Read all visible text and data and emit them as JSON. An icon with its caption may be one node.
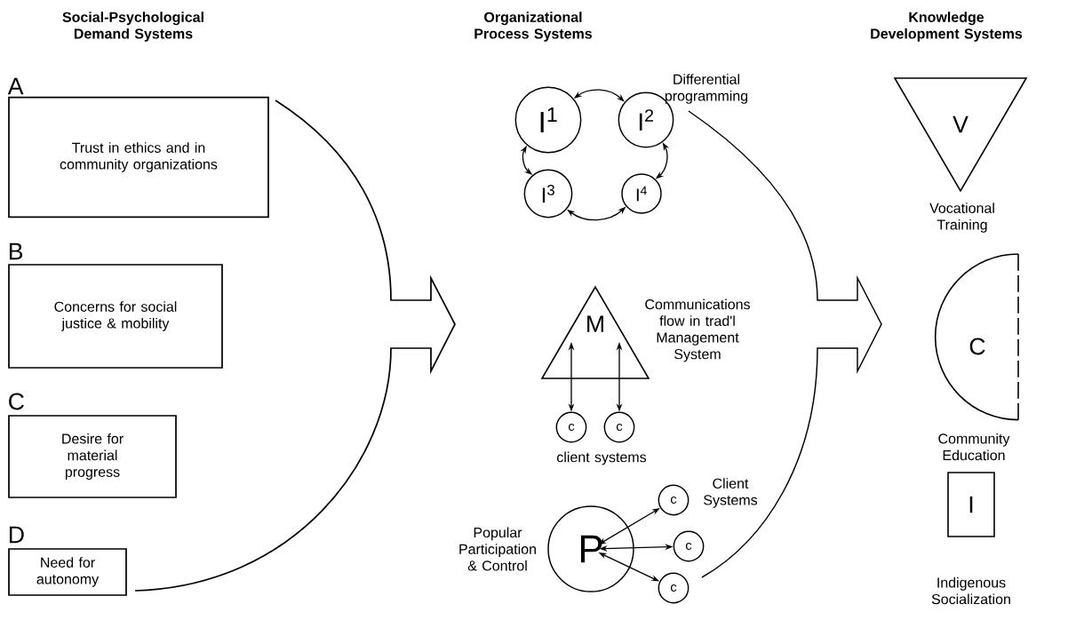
{
  "diagram": {
    "nodes": [
      {
        "text": [
          "Trust in ethics and in community organizations"
        ],
        "beside": [
          "A"
        ]
      },
      {
        "text": [
          "Concerns for social justice & mobility"
        ],
        "beside": [
          "B"
        ]
      },
      {
        "text": [
          "Desire for material progress"
        ],
        "beside": [
          "C"
        ]
      },
      {
        "text": [
          "Need for autonomy"
        ],
        "beside": [
          "D"
        ]
      },
      {
        "text": [
          "I$^{1}$"
        ]
      },
      {
        "text": [
          "I$^{2}$"
        ]
      },
      {
        "text": [
          "I$^{3}$"
        ]
      },
      {
        "text": [
          "I$^{4}$"
        ]
      },
      {
        "text": [
          "M"
        ],
        "beside": [
          "Communications flow in trad'l Management System"
        ]
      },
      {
        "text": [
          "c"
        ]
      },
      {
        "text": [
          "c"
        ]
      },
      {
        "text": [
          "P"
        ],
        "beside": [
          "Popular Participation & Control"
        ]
      },
      {
        "text": [
          "c"
        ]
      },
      {
        "text": [
          "c"
        ]
      },
      {
        "text": [
          "c"
        ]
      },
      {
        "text": [
          "V"
        ],
        "beside": [
          "Vocational Training"
        ]
      },
      {
        "text": [
          "C"
        ],
        "beside": [
          "Community Education"
        ]
      },
      {
        "text": [
          "I"
        ],
        "beside": [
          "Indigenous Socialization"
        ]
      }
    ],
    "edges": [
      {
        "from": 4,
        "to": 5,
        "arrow": "both"
      },
      {
        "from": 5,
        "to": 7,
        "arrow": "both"
      },
      {
        "from": 7,
        "to": 6,
        "arrow": "both"
      },
      {
        "from": 6,
        "to": 4,
        "arrow": "both"
      },
      {
        "from": 9,
        "to": 8,
        "arrow": "both"
      },
      {
        "from": 10,
        "to": 8,
        "arrow": "both"
      },
      {
        "from": 12,
        "to": 11,
        "arrow": "both"
      },
      {
        "from": 13,
        "to": 11,
        "arrow": "both"
      },
      {
        "from": 14,
        "to": 11,
        "arrow": "both"
      }
    ],
    "labels": [
      "Social-Psychological Demand Systems",
      "Organizational Process Systems",
      "Knowledge Development Systems",
      "Differential programming",
      "client systems",
      "Client Systems"
    ]
  }
}
